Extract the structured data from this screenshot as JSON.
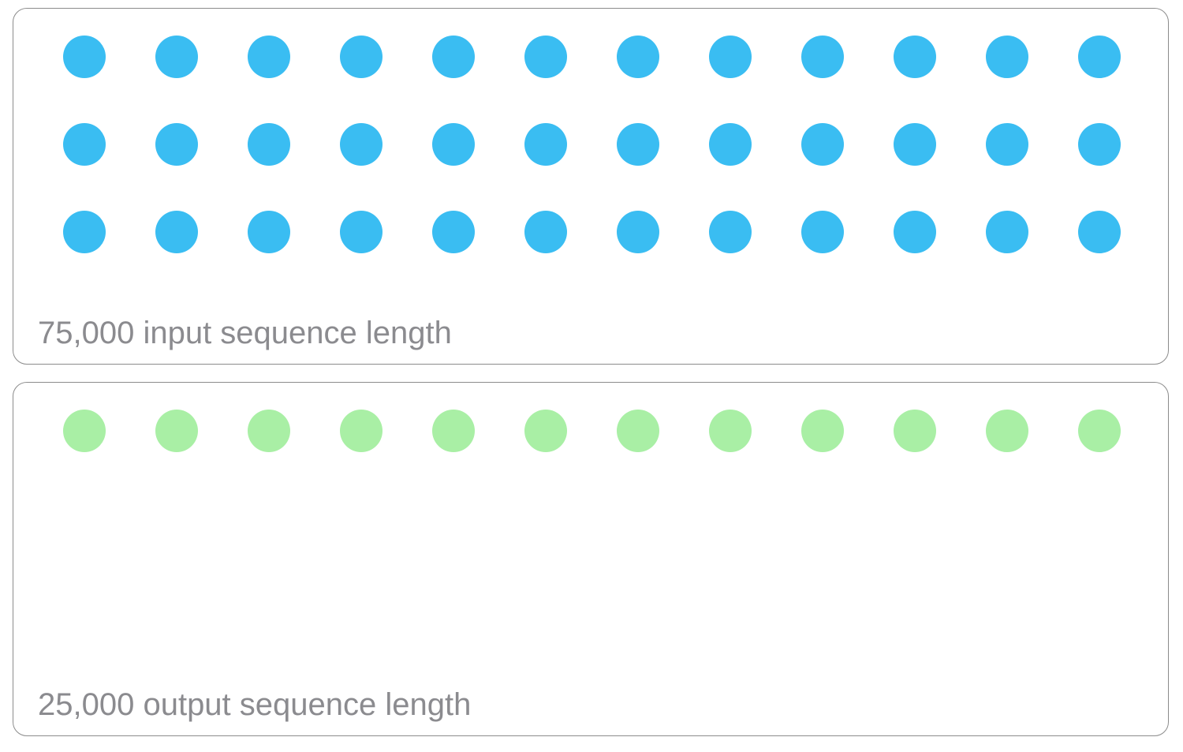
{
  "panels": [
    {
      "label": "75,000 input sequence length",
      "value": 75000,
      "dot_color": "#3abdf2",
      "dot_rows": 3,
      "dot_cols": 12,
      "dot_count": 36
    },
    {
      "label": "25,000 output sequence length",
      "value": 25000,
      "dot_color": "#a9efa5",
      "dot_rows": 1,
      "dot_cols": 12,
      "dot_count": 12
    }
  ],
  "colors": {
    "background": "#ffffff",
    "panel_border": "#8c8c8c",
    "label_text": "#8b8b8f",
    "input_dot": "#3abdf2",
    "output_dot": "#a9efa5"
  }
}
